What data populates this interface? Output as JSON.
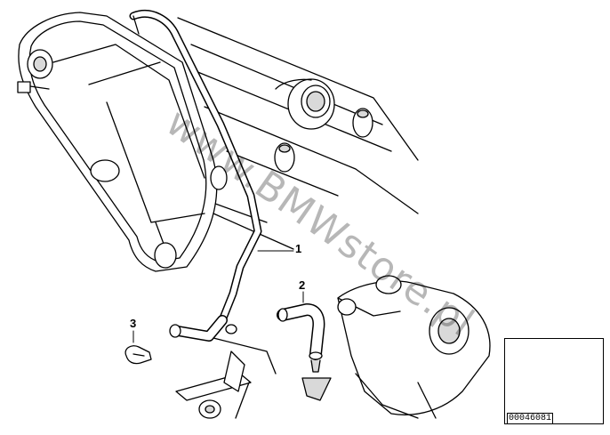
{
  "callouts": [
    {
      "id": "1",
      "text": "1"
    },
    {
      "id": "2",
      "text": "2"
    },
    {
      "id": "3",
      "text": "3"
    }
  ],
  "watermark": "www.BMWstore.pl",
  "thumbnail": {
    "diagram_id": "00046081"
  },
  "colors": {
    "line": "#000000",
    "fill": "#ffffff",
    "shade": "#d9d9d9"
  }
}
